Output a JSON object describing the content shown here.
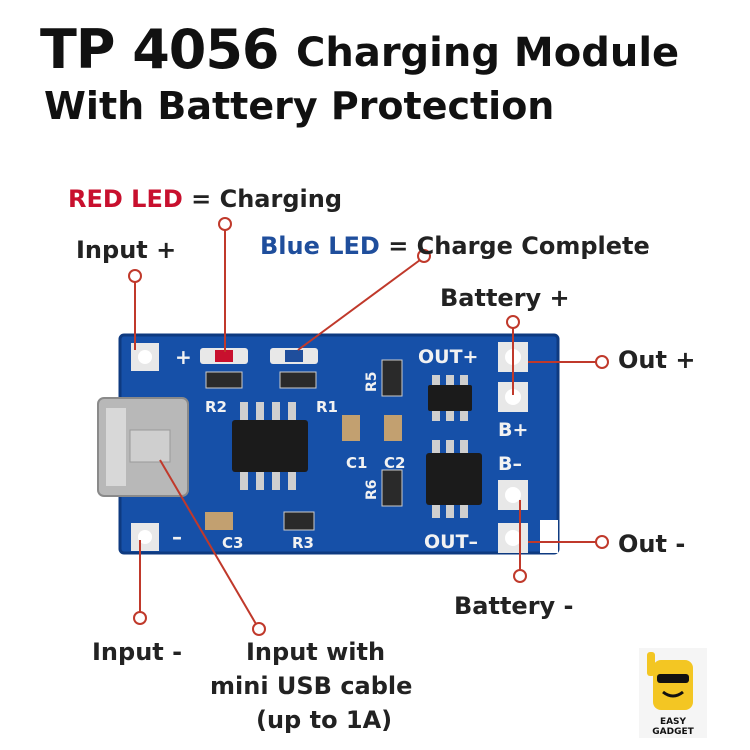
{
  "title": {
    "part1": "TP 4056",
    "part2": "Charging Module",
    "line2": "With Battery Protection"
  },
  "labels": {
    "red_led": "RED LED",
    "red_led_desc": "= Charging",
    "blue_led": "Blue LED",
    "blue_led_desc": "= Charge Complete",
    "input_plus": "Input +",
    "input_minus": "Input -",
    "battery_plus": "Battery +",
    "battery_minus": "Battery -",
    "out_plus": "Out +",
    "out_minus": "Out -",
    "usb_line1": "Input with",
    "usb_line2": "mini USB cable",
    "usb_line3": "(up to 1A)"
  },
  "board": {
    "silkscreen": {
      "plus": "+",
      "minus": "–",
      "r2": "R2",
      "r1": "R1",
      "r5": "R5",
      "r6": "R6",
      "c1": "C1",
      "c2": "C2",
      "c3": "C3",
      "r3": "R3",
      "outp": "OUT+",
      "outm": "OUT–",
      "bp": "B+",
      "bm": "B–"
    },
    "colors": {
      "pcb": "#1650a8",
      "pcb_dark": "#0e3a80",
      "chip": "#1b1b1b",
      "pad": "#c9c9c9",
      "usb": "#b8b8b8",
      "red_led": "#c8102e",
      "blue_led": "#1f4e9c",
      "leader": "#c0392b"
    }
  },
  "logo": {
    "line1": "EASY",
    "line2": "GADGET"
  }
}
